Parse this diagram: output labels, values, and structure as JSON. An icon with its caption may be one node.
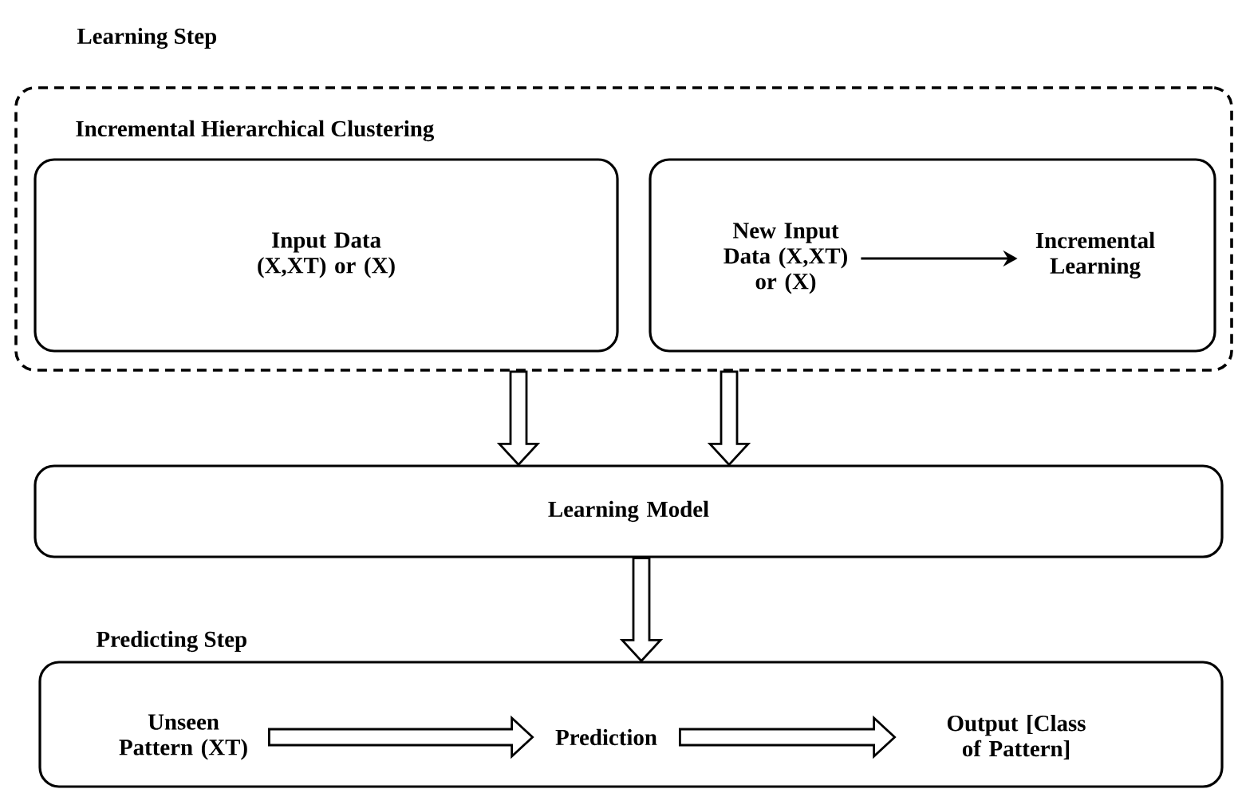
{
  "diagram": {
    "nodes": [
      {
        "text": [
          "Learning Step",
          "Incremental Hierarchical Clustering"
        ]
      },
      {
        "text": [
          "Input Data (X,XT) or (X)"
        ],
        "in": 0
      },
      {
        "text": [],
        "shape": "box",
        "in": 0
      },
      {
        "text": [
          "New Input Data (X,XT) or (X)"
        ],
        "in": 2
      },
      {
        "text": [
          "Incremental Learning"
        ],
        "in": 2
      },
      {
        "text": [
          "Learning Model"
        ]
      },
      {
        "text": [
          "Predicting Step"
        ]
      },
      {
        "text": [
          "Unseen Pattern (XT)"
        ],
        "in": 6
      },
      {
        "text": [
          "Prediction"
        ],
        "in": 6
      },
      {
        "text": [
          "Output [Class of Pattern]"
        ],
        "in": 6
      }
    ],
    "edges": [
      {
        "from": 3,
        "to": 4,
        "arrow": "to"
      },
      {
        "from": 0,
        "to": 5,
        "arrow": "to",
        "style": "thick"
      },
      {
        "from": 0,
        "to": 5,
        "arrow": "to",
        "style": "thick"
      },
      {
        "from": 5,
        "to": 6,
        "arrow": "to",
        "style": "thick"
      },
      {
        "from": 7,
        "to": 8,
        "arrow": "to",
        "style": "thick"
      },
      {
        "from": 8,
        "to": 9,
        "arrow": "to",
        "style": "thick"
      }
    ]
  }
}
